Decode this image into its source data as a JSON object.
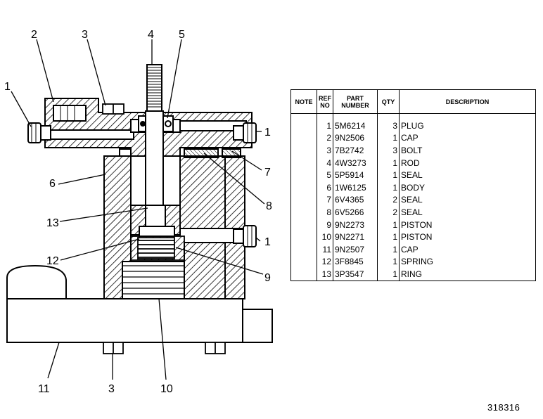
{
  "callouts": {
    "c1a": "1",
    "c1b": "1",
    "c1c": "1",
    "c2": "2",
    "c3a": "3",
    "c3b": "3",
    "c4": "4",
    "c5": "5",
    "c6": "6",
    "c7": "7",
    "c8": "8",
    "c9": "9",
    "c10": "10",
    "c11": "11",
    "c12": "12",
    "c13": "13"
  },
  "table": {
    "headers": {
      "note": "NOTE",
      "ref_a": "REF",
      "ref_b": "NO",
      "part_a": "PART",
      "part_b": "NUMBER",
      "qty": "QTY",
      "desc": "DESCRIPTION"
    },
    "rows": [
      {
        "ref": "1",
        "part": "5M6214",
        "qty": "3",
        "desc": "PLUG"
      },
      {
        "ref": "2",
        "part": "9N2506",
        "qty": "1",
        "desc": "CAP"
      },
      {
        "ref": "3",
        "part": "7B2742",
        "qty": "3",
        "desc": "BOLT"
      },
      {
        "ref": "4",
        "part": "4W3273",
        "qty": "1",
        "desc": "ROD"
      },
      {
        "ref": "5",
        "part": "5P5914",
        "qty": "1",
        "desc": "SEAL"
      },
      {
        "ref": "6",
        "part": "1W6125",
        "qty": "1",
        "desc": "BODY"
      },
      {
        "ref": "7",
        "part": "6V4365",
        "qty": "2",
        "desc": "SEAL"
      },
      {
        "ref": "8",
        "part": "6V5266",
        "qty": "2",
        "desc": "SEAL"
      },
      {
        "ref": "9",
        "part": "9N2273",
        "qty": "1",
        "desc": "PISTON"
      },
      {
        "ref": "10",
        "part": "9N2271",
        "qty": "1",
        "desc": "PISTON"
      },
      {
        "ref": "11",
        "part": "9N2507",
        "qty": "1",
        "desc": "CAP"
      },
      {
        "ref": "12",
        "part": "3F8845",
        "qty": "1",
        "desc": "SPRING"
      },
      {
        "ref": "13",
        "part": "3P3547",
        "qty": "1",
        "desc": "RING"
      }
    ]
  },
  "drawing_number": "318316",
  "corner_mark": "318316"
}
